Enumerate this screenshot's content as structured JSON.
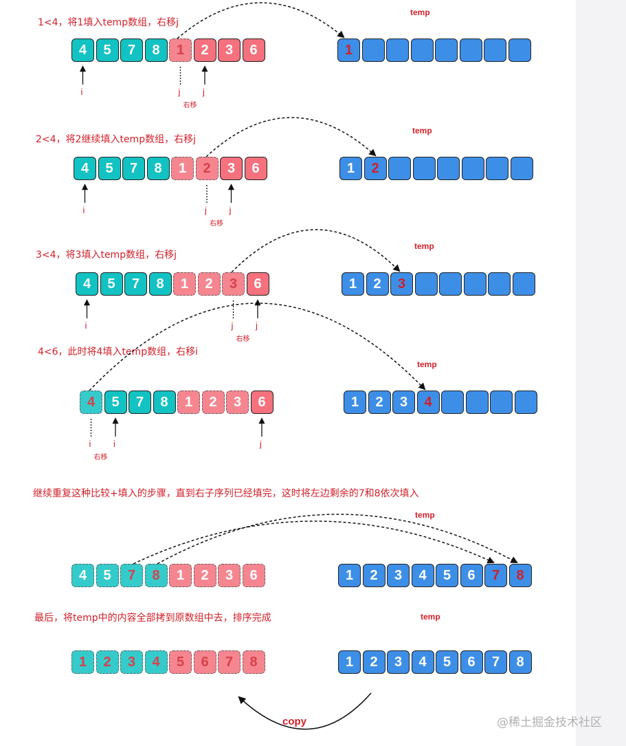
{
  "steps": [
    {
      "caption": "1<4，将1填入temp数组，右移j",
      "temp_label": "temp",
      "left": [
        {
          "v": "4",
          "c": "teal"
        },
        {
          "v": "5",
          "c": "teal"
        },
        {
          "v": "7",
          "c": "teal"
        },
        {
          "v": "8",
          "c": "teal"
        },
        {
          "v": "1",
          "c": "pink",
          "dim": true,
          "red": true
        },
        {
          "v": "2",
          "c": "pink"
        },
        {
          "v": "3",
          "c": "pink"
        },
        {
          "v": "6",
          "c": "pink"
        }
      ],
      "temp": [
        {
          "v": "1",
          "red": true
        },
        {
          "v": ""
        },
        {
          "v": ""
        },
        {
          "v": ""
        },
        {
          "v": ""
        },
        {
          "v": ""
        },
        {
          "v": ""
        },
        {
          "v": ""
        }
      ],
      "pointers": [
        {
          "label": "i",
          "cell": 0,
          "dotted": false
        },
        {
          "label": "j",
          "cell": 4,
          "dotted": true
        },
        {
          "label": "j",
          "cell": 5,
          "dotted": false
        }
      ],
      "move_note": "右移"
    },
    {
      "caption": "2<4，将2继续填入temp数组，右移j",
      "temp_label": "temp",
      "left": [
        {
          "v": "4",
          "c": "teal"
        },
        {
          "v": "5",
          "c": "teal"
        },
        {
          "v": "7",
          "c": "teal"
        },
        {
          "v": "8",
          "c": "teal"
        },
        {
          "v": "1",
          "c": "pink",
          "dim": true
        },
        {
          "v": "2",
          "c": "pink",
          "dim": true,
          "red": true
        },
        {
          "v": "3",
          "c": "pink"
        },
        {
          "v": "6",
          "c": "pink"
        }
      ],
      "temp": [
        {
          "v": "1"
        },
        {
          "v": "2",
          "red": true
        },
        {
          "v": ""
        },
        {
          "v": ""
        },
        {
          "v": ""
        },
        {
          "v": ""
        },
        {
          "v": ""
        },
        {
          "v": ""
        }
      ],
      "pointers": [
        {
          "label": "i",
          "cell": 0,
          "dotted": false
        },
        {
          "label": "j",
          "cell": 5,
          "dotted": true
        },
        {
          "label": "j",
          "cell": 6,
          "dotted": false
        }
      ],
      "move_note": "右移"
    },
    {
      "caption": "3<4，将3填入temp数组，右移j",
      "temp_label": "temp",
      "left": [
        {
          "v": "4",
          "c": "teal"
        },
        {
          "v": "5",
          "c": "teal"
        },
        {
          "v": "7",
          "c": "teal"
        },
        {
          "v": "8",
          "c": "teal"
        },
        {
          "v": "1",
          "c": "pink",
          "dim": true
        },
        {
          "v": "2",
          "c": "pink",
          "dim": true
        },
        {
          "v": "3",
          "c": "pink",
          "dim": true,
          "red": true
        },
        {
          "v": "6",
          "c": "pink"
        }
      ],
      "temp": [
        {
          "v": "1"
        },
        {
          "v": "2"
        },
        {
          "v": "3",
          "red": true
        },
        {
          "v": ""
        },
        {
          "v": ""
        },
        {
          "v": ""
        },
        {
          "v": ""
        },
        {
          "v": ""
        }
      ],
      "pointers": [
        {
          "label": "i",
          "cell": 0,
          "dotted": false
        },
        {
          "label": "j",
          "cell": 6,
          "dotted": true
        },
        {
          "label": "j",
          "cell": 7,
          "dotted": false
        }
      ],
      "move_note": "右移"
    },
    {
      "caption": "4<6，此时将4填入temp数组，右移i",
      "temp_label": "temp",
      "left": [
        {
          "v": "4",
          "c": "teal",
          "dim": true,
          "red": true
        },
        {
          "v": "5",
          "c": "teal"
        },
        {
          "v": "7",
          "c": "teal"
        },
        {
          "v": "8",
          "c": "teal"
        },
        {
          "v": "1",
          "c": "pink",
          "dim": true
        },
        {
          "v": "2",
          "c": "pink",
          "dim": true
        },
        {
          "v": "3",
          "c": "pink",
          "dim": true
        },
        {
          "v": "6",
          "c": "pink"
        }
      ],
      "temp": [
        {
          "v": "1"
        },
        {
          "v": "2"
        },
        {
          "v": "3"
        },
        {
          "v": "4",
          "red": true
        },
        {
          "v": ""
        },
        {
          "v": ""
        },
        {
          "v": ""
        },
        {
          "v": ""
        }
      ],
      "pointers": [
        {
          "label": "i",
          "cell": 0,
          "dotted": true
        },
        {
          "label": "i",
          "cell": 1,
          "dotted": false
        },
        {
          "label": "j",
          "cell": 7,
          "dotted": false
        }
      ],
      "move_note": "右移"
    },
    {
      "caption": "继续重复这种比较+填入的步骤，直到右子序列已经填完，这时将左边剩余的7和8依次填入",
      "temp_label": "temp",
      "left": [
        {
          "v": "4",
          "c": "teal",
          "dim": true
        },
        {
          "v": "5",
          "c": "teal",
          "dim": true
        },
        {
          "v": "7",
          "c": "teal",
          "dim": true,
          "red": true
        },
        {
          "v": "8",
          "c": "teal",
          "dim": true,
          "red": true
        },
        {
          "v": "1",
          "c": "pink",
          "dim": true
        },
        {
          "v": "2",
          "c": "pink",
          "dim": true
        },
        {
          "v": "3",
          "c": "pink",
          "dim": true
        },
        {
          "v": "6",
          "c": "pink",
          "dim": true
        }
      ],
      "temp": [
        {
          "v": "1"
        },
        {
          "v": "2"
        },
        {
          "v": "3"
        },
        {
          "v": "4"
        },
        {
          "v": "5"
        },
        {
          "v": "6"
        },
        {
          "v": "7",
          "red": true
        },
        {
          "v": "8",
          "red": true
        }
      ],
      "pointers": [],
      "move_note": ""
    },
    {
      "caption": "最后，将temp中的内容全部拷到原数组中去，排序完成",
      "temp_label": "temp",
      "left": [
        {
          "v": "1",
          "c": "teal",
          "dim": true,
          "red": true
        },
        {
          "v": "2",
          "c": "teal",
          "dim": true,
          "red": true
        },
        {
          "v": "3",
          "c": "teal",
          "dim": true,
          "red": true
        },
        {
          "v": "4",
          "c": "teal",
          "dim": true,
          "red": true
        },
        {
          "v": "5",
          "c": "pink",
          "dim": true,
          "red": true
        },
        {
          "v": "6",
          "c": "pink",
          "dim": true,
          "red": true
        },
        {
          "v": "7",
          "c": "pink",
          "dim": true,
          "red": true
        },
        {
          "v": "8",
          "c": "pink",
          "dim": true,
          "red": true
        }
      ],
      "temp": [
        {
          "v": "1"
        },
        {
          "v": "2"
        },
        {
          "v": "3"
        },
        {
          "v": "4"
        },
        {
          "v": "5"
        },
        {
          "v": "6"
        },
        {
          "v": "7"
        },
        {
          "v": "8"
        }
      ],
      "pointers": [],
      "move_note": ""
    }
  ],
  "copy_label": "copy",
  "watermark": "@稀土掘金技术社区",
  "colors": {
    "teal": "#13c2c2",
    "pink": "#f4717d",
    "blue": "#3d8ee6",
    "red": "#d0202a"
  }
}
